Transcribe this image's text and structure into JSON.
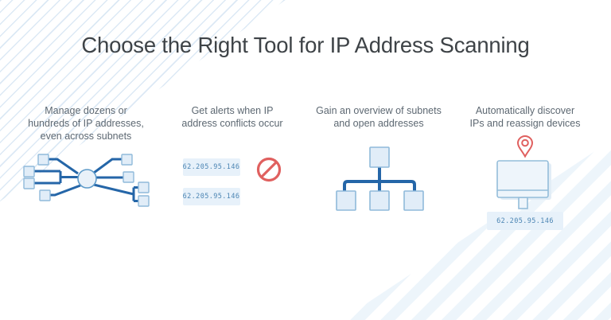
{
  "title": "Choose the Right Tool for IP Address Scanning",
  "features": [
    {
      "name": "manage-subnets",
      "caption_lines": [
        "Manage dozens or",
        "hundreds of IP addresses,",
        "even across subnets"
      ],
      "icon": "network-hub-illustration"
    },
    {
      "name": "conflict-alerts",
      "caption_lines": [
        "Get alerts when IP",
        "address conflicts occur"
      ],
      "icon": "no-entry-icon",
      "ip_addresses": [
        "62.205.95.146",
        "62.205.95.146"
      ]
    },
    {
      "name": "subnet-overview",
      "caption_lines": [
        "Gain an overview of subnets",
        "and open addresses"
      ],
      "icon": "subnet-tree-illustration"
    },
    {
      "name": "auto-discover",
      "caption_lines": [
        "Automatically discover",
        "IPs and reassign devices"
      ],
      "icon": "monitor-pin-illustration",
      "ip_address": "62.205.95.146"
    }
  ],
  "colors": {
    "title_text": "#3e4347",
    "caption_text": "#5d6872",
    "connector_blue": "#2566a8",
    "node_fill": "#e1edf8",
    "node_stroke": "#8fbada",
    "hub_fill": "#e9f1f9",
    "hub_stroke": "#5d9ac9",
    "chip_bg": "#e7f1fa",
    "chip_text": "#4d86b4",
    "alert_red": "#e0605f",
    "stripe_strong": "#dce9f5",
    "stripe_faint": "#edf5fb",
    "monitor_fill": "#eef5fb",
    "monitor_stroke": "#94bdda",
    "monitor_shadow": "#e2edf6"
  }
}
